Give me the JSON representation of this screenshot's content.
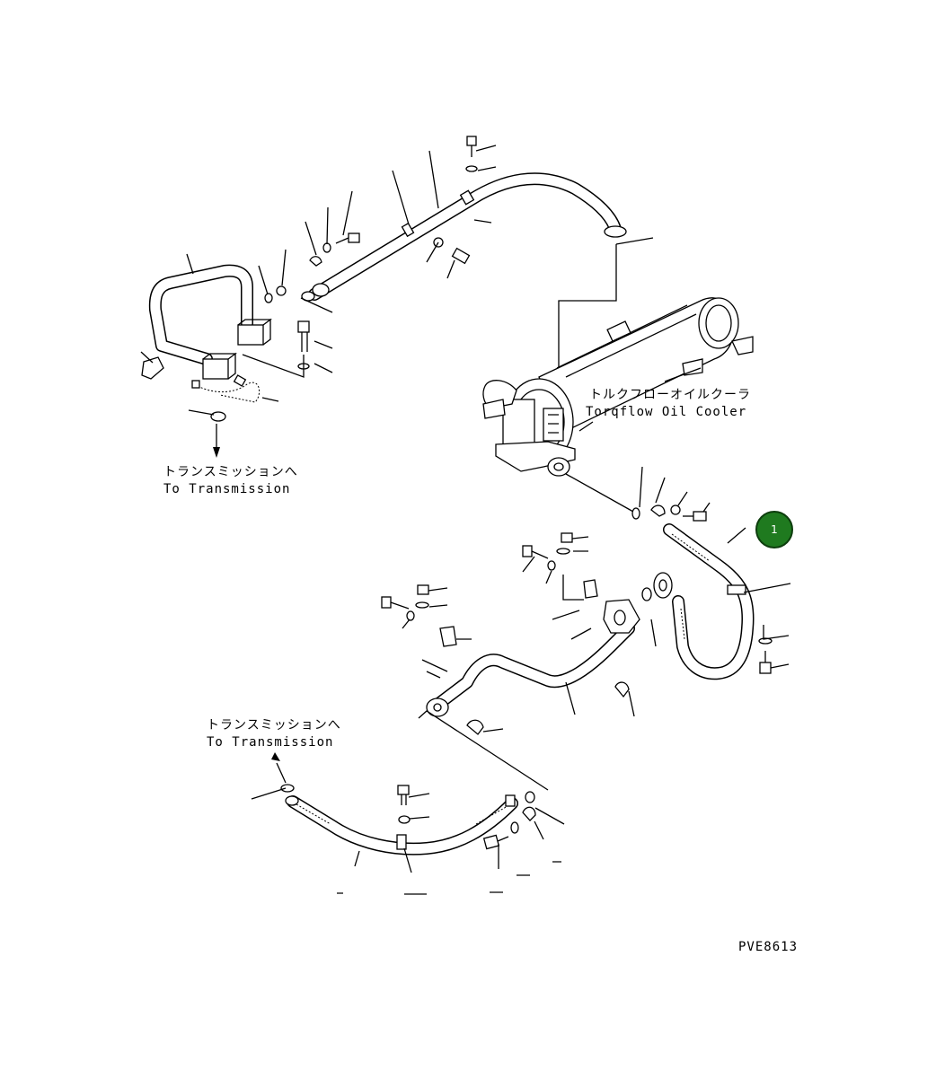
{
  "labels": {
    "cooler_jp": "トルクフローオイルクーラ",
    "cooler_en": "Torqflow Oil Cooler",
    "transmission_jp_1": "トランスミッションへ",
    "transmission_en_1": "To Transmission",
    "transmission_jp_2": "トランスミッションへ",
    "transmission_en_2": "To Transmission",
    "drawing_code": "PVE8613"
  },
  "callout": {
    "number": "1",
    "color": "#1f7a1f"
  }
}
